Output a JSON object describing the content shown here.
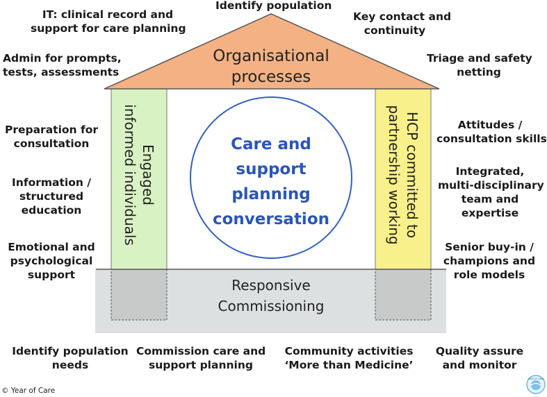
{
  "top_labels": {
    "identify_population": "Identify population",
    "it": [
      "IT: clinical record and",
      "support for care planning"
    ],
    "key_contact": [
      "Key contact and",
      "continuity"
    ],
    "admin": [
      "Admin for prompts,",
      "tests, assessments"
    ],
    "triage": [
      "Triage and safety",
      "netting"
    ]
  },
  "left_labels": {
    "preparation": [
      "Preparation for",
      "consultation"
    ],
    "information": [
      "Information /",
      "structured",
      "education"
    ],
    "emotional": [
      "Emotional and",
      "psychological",
      "support"
    ]
  },
  "right_labels": {
    "attitudes": [
      "Attitudes /",
      "consultation skills"
    ],
    "integrated": [
      "Integrated,",
      "multi-disciplinary",
      "team and",
      "expertise"
    ],
    "senior": [
      "Senior buy-in /",
      "champions and",
      "role models"
    ]
  },
  "bottom_labels": {
    "identify_needs": [
      "Identify population",
      "needs"
    ],
    "commission": [
      "Commission care and",
      "support  planning"
    ],
    "community": [
      "Community activities",
      "‘More than Medicine’"
    ],
    "quality": [
      "Quality assure",
      "and monitor"
    ]
  },
  "house": {
    "roof": [
      "Organisational",
      "processes"
    ],
    "left_pillar": [
      "Engaged",
      "informed individuals"
    ],
    "right_pillar": [
      "HCP committed to",
      "partnership working"
    ],
    "center": [
      "Care and",
      "support",
      "planning",
      "conversation"
    ],
    "foundation": [
      "Responsive",
      "Commissioning"
    ]
  },
  "colors": {
    "roof": "#f4b183",
    "left_pillar": "#d9f2c4",
    "right_pillar": "#f8f08a",
    "foundation": "#dde0e0",
    "circle": "#3060c0",
    "center_text": "#2a55b8"
  },
  "copyright": "© Year of Care",
  "logo_text": "YEAR OF CARE"
}
